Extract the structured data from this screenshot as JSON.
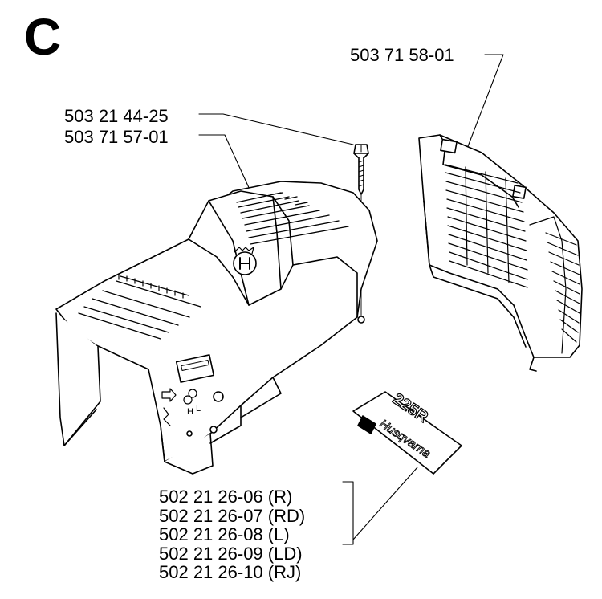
{
  "section_letter": "C",
  "labels": {
    "grille": "503 71 58-01",
    "screw": "503 21 44-25",
    "cover": "503 71 57-01"
  },
  "decal_parts": [
    "502 21 26-06 (R)",
    "502 21 26-07 (RD)",
    "502 21 26-08 (L)",
    "502 21 26-09 (LD)",
    "502 21 26-10 (RJ)"
  ],
  "decal": {
    "model": "225R",
    "brand": "Husqvarna"
  },
  "cover_markings": {
    "choke_h": "H",
    "choke_l": "L"
  }
}
